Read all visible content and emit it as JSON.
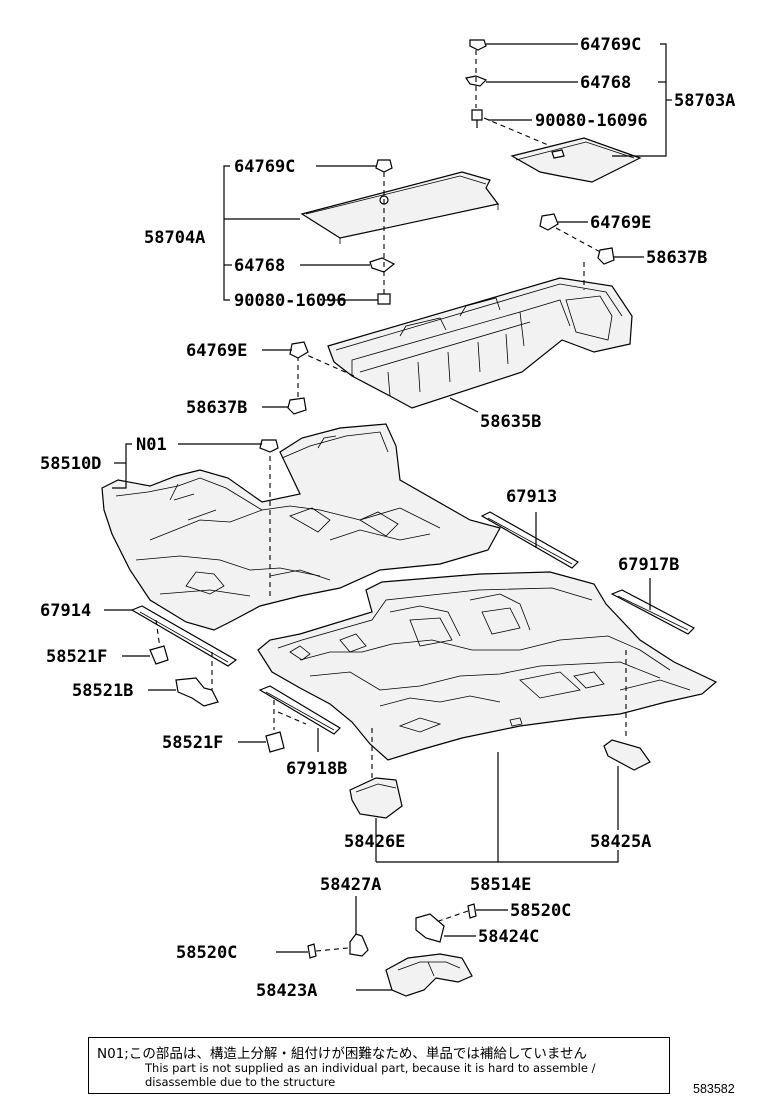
{
  "diagram": {
    "labels": [
      {
        "id": "p1",
        "text": "64769C"
      },
      {
        "id": "p2",
        "text": "64768"
      },
      {
        "id": "p3",
        "text": "58703A"
      },
      {
        "id": "p4",
        "text": "90080-16096"
      },
      {
        "id": "p5",
        "text": "64769C"
      },
      {
        "id": "p6",
        "text": "58704A"
      },
      {
        "id": "p7",
        "text": "64768"
      },
      {
        "id": "p8",
        "text": "90080-16096"
      },
      {
        "id": "p9",
        "text": "64769E"
      },
      {
        "id": "p10",
        "text": "58637B"
      },
      {
        "id": "p11",
        "text": "64769E"
      },
      {
        "id": "p12",
        "text": "58637B"
      },
      {
        "id": "p13",
        "text": "58635B"
      },
      {
        "id": "p14",
        "text": "N01"
      },
      {
        "id": "p15",
        "text": "58510D"
      },
      {
        "id": "p16",
        "text": "67913"
      },
      {
        "id": "p17",
        "text": "67917B"
      },
      {
        "id": "p18",
        "text": "67914"
      },
      {
        "id": "p19",
        "text": "58521F"
      },
      {
        "id": "p20",
        "text": "58521B"
      },
      {
        "id": "p21",
        "text": "58521F"
      },
      {
        "id": "p22",
        "text": "67918B"
      },
      {
        "id": "p23",
        "text": "58426E"
      },
      {
        "id": "p24",
        "text": "58425A"
      },
      {
        "id": "p25",
        "text": "58514E"
      },
      {
        "id": "p26",
        "text": "58427A"
      },
      {
        "id": "p27",
        "text": "58520C"
      },
      {
        "id": "p28",
        "text": "58424C"
      },
      {
        "id": "p29",
        "text": "58520C"
      },
      {
        "id": "p30",
        "text": "58423A"
      }
    ],
    "note": {
      "line1": "N01;この部品は、構造上分解・組付けが困難なため、単品では補給していません",
      "line2": "This part is not supplied as an individual part, because it is hard to assemble /",
      "line3": "disassemble due to the structure"
    },
    "reference_number": "583582"
  }
}
